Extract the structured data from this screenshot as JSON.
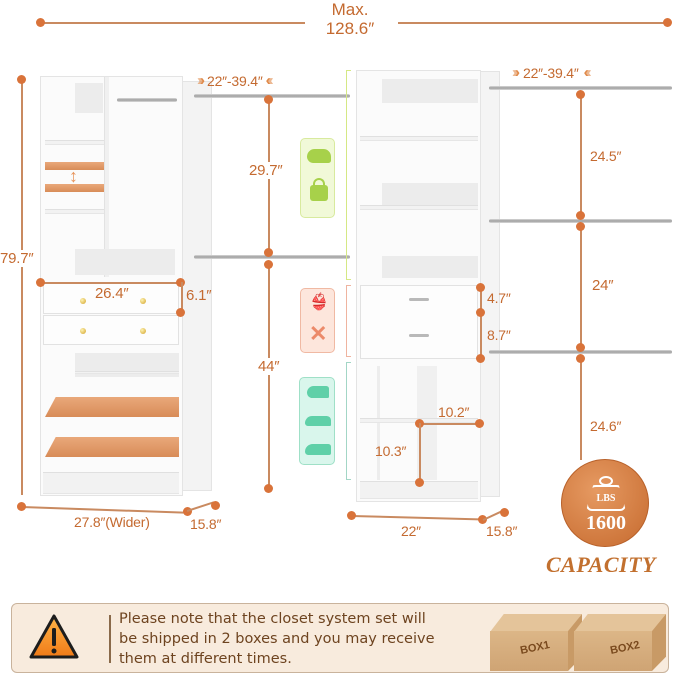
{
  "title": {
    "label": "Max.",
    "value": "128.6″"
  },
  "left_unit": {
    "height": "79.7″",
    "drawer_width": "26.4″",
    "drawer_height": "6.1″",
    "width": "27.8″(Wider)",
    "depth": "15.8″"
  },
  "middle_section": {
    "rod_span": "22″-39.4″",
    "upper_height": "29.7″",
    "lower_height": "44″"
  },
  "right_unit": {
    "drawer_top": "4.7″",
    "drawer_bottom": "8.7″",
    "cube_width": "10.2″",
    "cube_height": "10.3″",
    "width": "22″",
    "depth": "15.8″"
  },
  "right_section": {
    "rod_span": "22″-39.4″",
    "top_gap": "24.5″",
    "middle_gap": "24″",
    "bottom_gap": "24.6″"
  },
  "capacity": {
    "unit": "LBS",
    "value": "1600",
    "label": "CAPACITY"
  },
  "category_icons": {
    "group1": [
      "hat-icon",
      "handbag-icon"
    ],
    "group2": [
      "bra-icon",
      "scarf-icon"
    ],
    "group3": [
      "heel-shoe-icon",
      "dress-shoe-icon",
      "sneaker-icon"
    ],
    "colors": {
      "accessories": "#a7d14a",
      "underwear": "#ec8a6a",
      "shoes": "#5fd0a8"
    }
  },
  "notice": {
    "text_line1": "Please note that the closet system set will",
    "text_line2": "be shipped in 2 boxes and you may receive",
    "text_line3": "them at different times.",
    "box1": "BOX1",
    "box2": "BOX2"
  },
  "colors": {
    "accent": "#c46a30",
    "dot": "#d9733a",
    "notice_bg": "#f8ebdd",
    "notice_text": "#7a4a1e"
  }
}
